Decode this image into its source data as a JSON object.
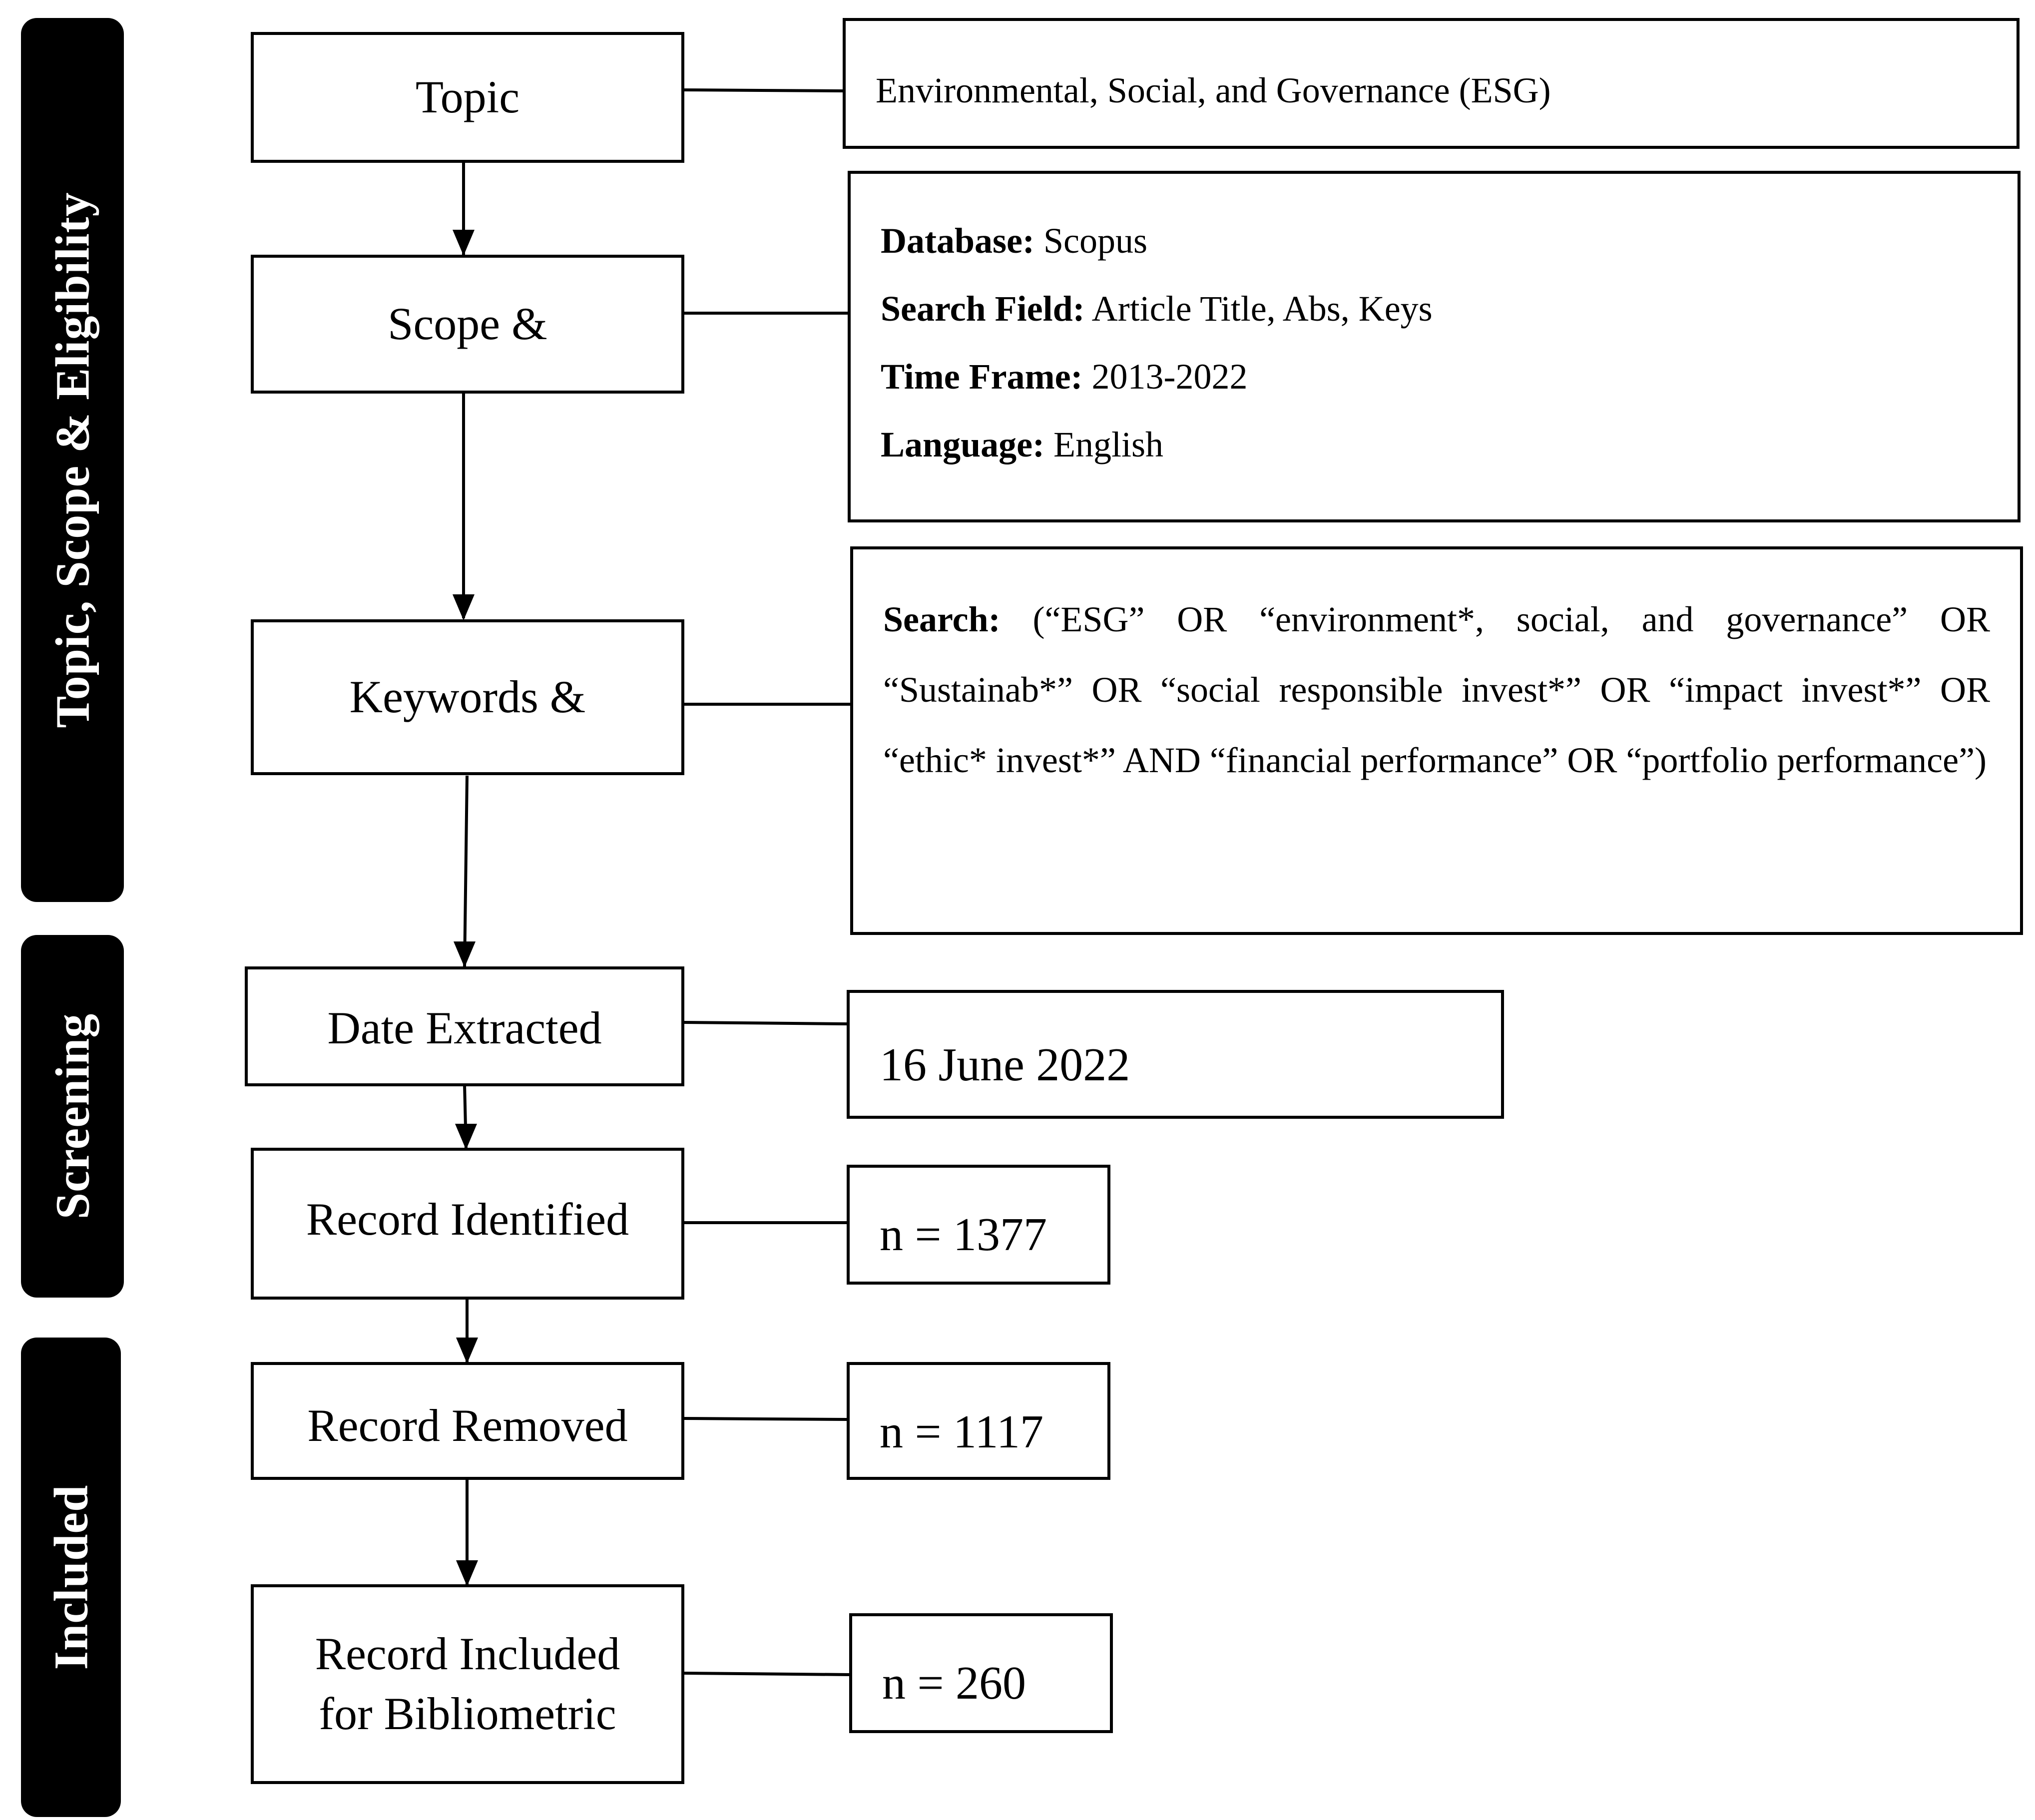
{
  "phases": {
    "identification": "Topic, Scope & Eligibility",
    "screening": "Screening",
    "included": "Included"
  },
  "steps": {
    "topic": "Topic",
    "scope": "Scope &",
    "keywords": "Keywords &",
    "date_extracted": "Date Extracted",
    "record_identified": "Record Identified",
    "record_removed": "Record Removed",
    "record_included_line1": "Record Included",
    "record_included_line2": "for Bibliometric"
  },
  "details": {
    "topic": "Environmental, Social, and Governance (ESG)",
    "scope": {
      "database_label": "Database:",
      "database_value": "Scopus",
      "field_label": "Search Field:",
      "field_value": "Article Title, Abs, Keys",
      "time_label": "Time Frame:",
      "time_value": "2013-2022",
      "language_label": "Language:",
      "language_value": "English"
    },
    "search": {
      "label": "Search:",
      "query": "(“ESG” OR “environment*, social, and governance” OR “Sustainab*” OR “social responsible invest*” OR “impact invest*” OR “ethic* invest*” AND “financial performance” OR “portfolio performance”)"
    },
    "date_extracted": "16 June 2022",
    "record_identified": "n = 1377",
    "record_removed": "n = 1117",
    "record_included": "n = 260"
  }
}
